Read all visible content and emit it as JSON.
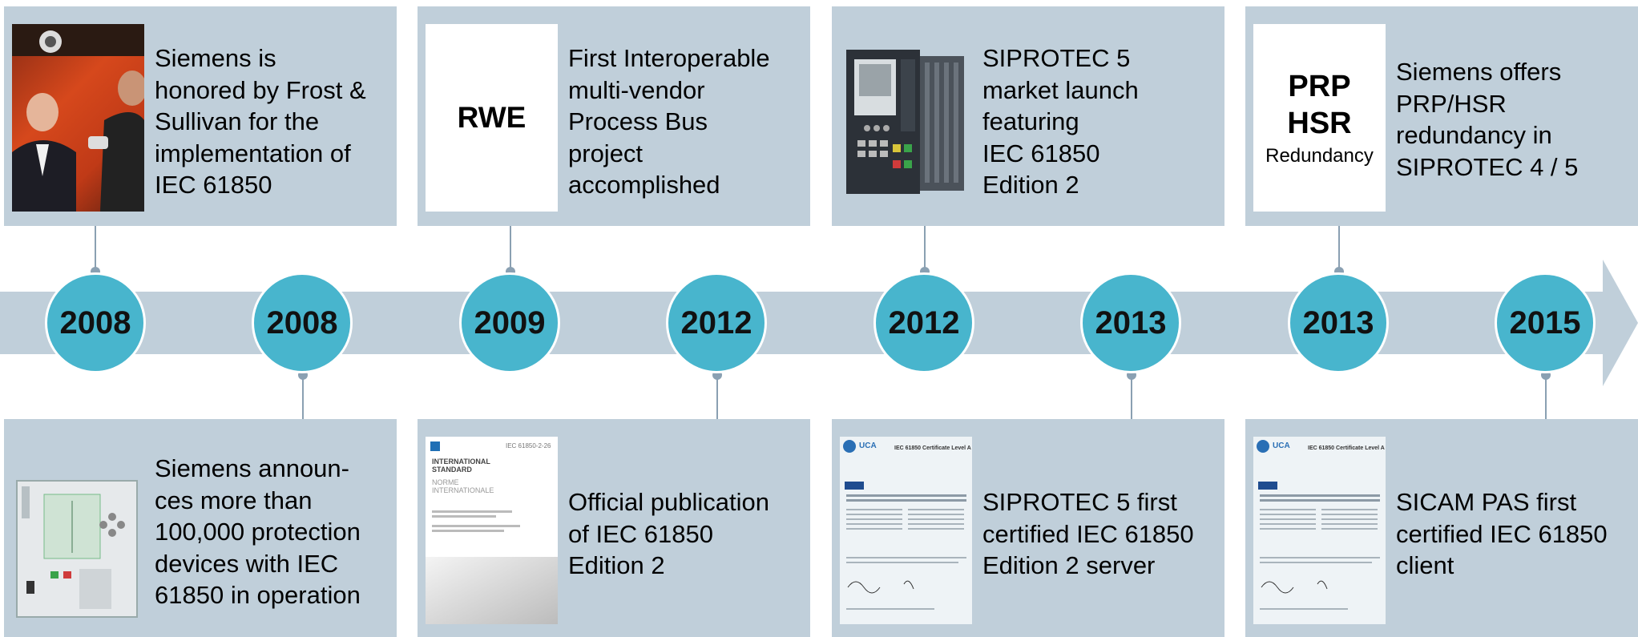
{
  "milestones": [
    {
      "year": "2008",
      "lines": [
        "Siemens is",
        "honored by Frost &",
        "Sullivan for the",
        "implementation of",
        "IEC 61850"
      ],
      "image": "award-ceremony-photo"
    },
    {
      "year": "2008",
      "lines": [
        "Siemens announ-",
        "ces more than",
        "100,000 protection",
        "devices with IEC",
        "61850 in operation"
      ],
      "image": "siprotec-4-device"
    },
    {
      "year": "2009",
      "lines": [
        "First Interoperable",
        "multi-vendor",
        "Process Bus",
        "project",
        "accomplished"
      ],
      "image_text": "RWE"
    },
    {
      "year": "2012",
      "lines": [
        "Official publication",
        "of IEC 61850",
        "Edition 2"
      ],
      "image": "iec-standard-document"
    },
    {
      "year": "2012",
      "lines": [
        "SIPROTEC 5",
        "market launch",
        "featuring",
        "IEC 61850",
        "Edition 2"
      ],
      "image": "siprotec-5-device"
    },
    {
      "year": "2013",
      "lines": [
        "SIPROTEC 5 first",
        "certified IEC 61850",
        "Edition 2 server"
      ],
      "image": "uca-certificate"
    },
    {
      "year": "2013",
      "lines": [
        "Siemens offers",
        "PRP/HSR",
        "redundancy in",
        "SIPROTEC 4 / 5"
      ],
      "image_text_lines": [
        "PRP",
        "HSR",
        "Redundancy"
      ]
    },
    {
      "year": "2015",
      "lines": [
        "SICAM PAS first",
        "certified IEC 61850",
        "client"
      ],
      "image": "uca-certificate"
    }
  ],
  "doc": {
    "header": "IEC 61850-2-26",
    "title": "INTERNATIONAL\nSTANDARD",
    "subtitle": "NORME\nINTERNATIONALE"
  },
  "cert": {
    "logo": "UCA",
    "title": "IEC 61850 Certificate Level A"
  },
  "colors": {
    "card": "#c0cfda",
    "circle": "#48b5cd",
    "connector": "#8aa0b2"
  }
}
